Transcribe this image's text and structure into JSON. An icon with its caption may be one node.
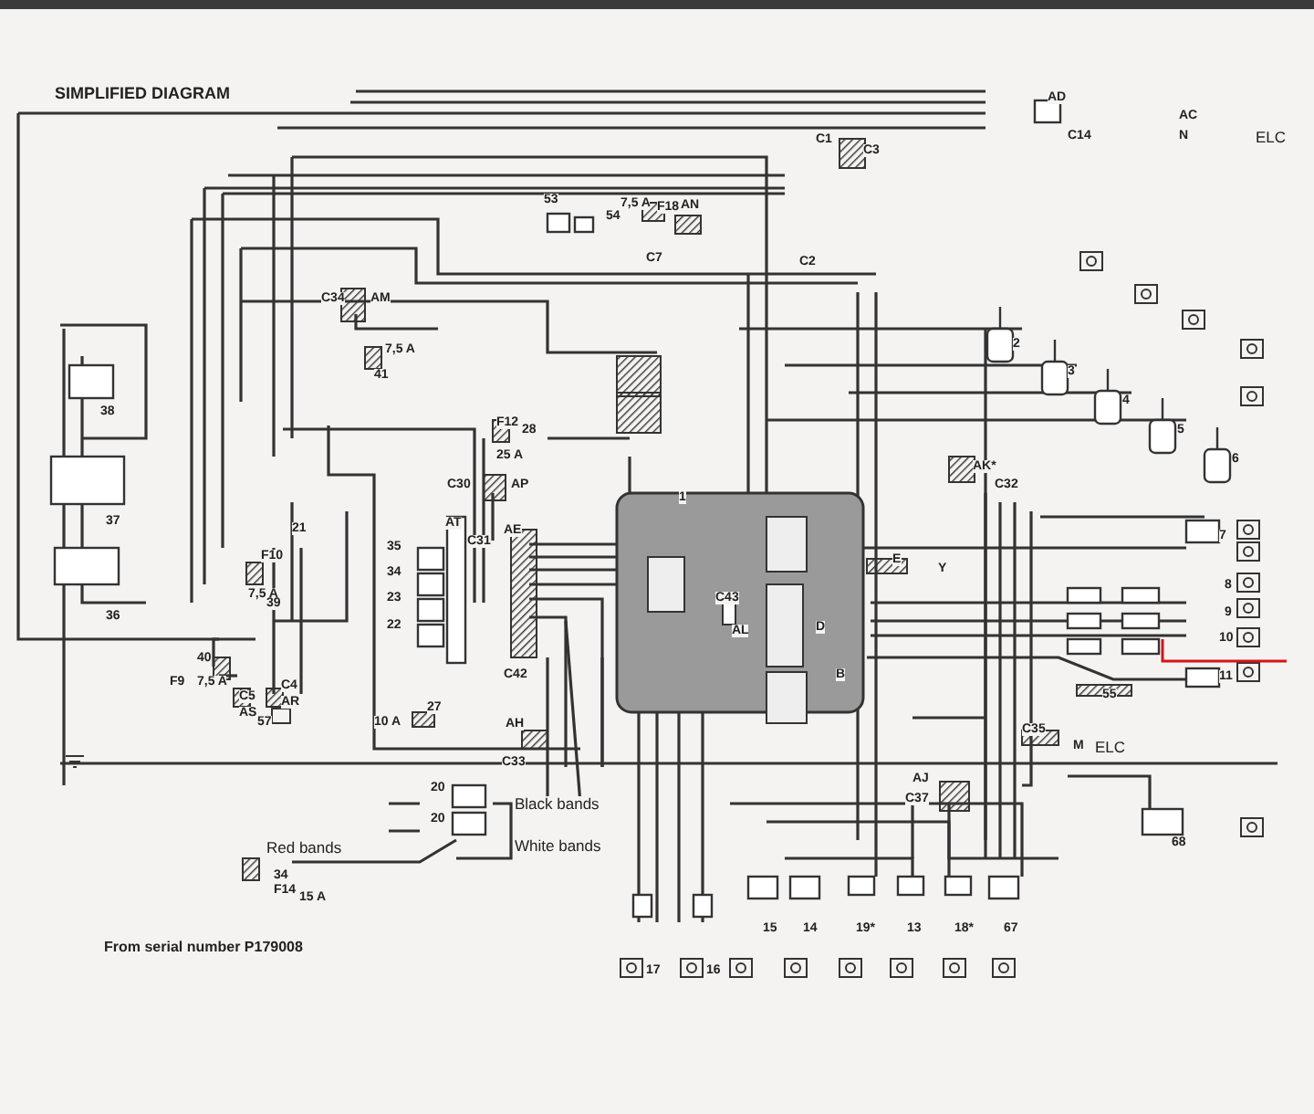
{
  "diagram": {
    "title": "SIMPLIFIED DIAGRAM",
    "caption": "From serial number P179008",
    "labels": [
      "AD",
      "AC",
      "C14",
      "N",
      "ELC",
      "C3",
      "C1",
      "C2",
      "53",
      "7,5 A",
      "54",
      "F18",
      "AN",
      "C7",
      "C34",
      "AM",
      "7,5 A",
      "41",
      "38",
      "37",
      "36",
      "21",
      "F12",
      "28",
      "25 A",
      "C30",
      "AP",
      "AT",
      "C31",
      "AE",
      "35",
      "34",
      "23",
      "22",
      "C42",
      "F10",
      "7,5 A",
      "39",
      "40",
      "F9",
      "7,5 A",
      "C5",
      "AS",
      "C4",
      "AR",
      "57",
      "10 A",
      "27",
      "AH",
      "C33",
      "1",
      "C43",
      "AL",
      "AK*",
      "C32",
      "E",
      "Y",
      "D",
      "B",
      "7",
      "8",
      "9",
      "10",
      "11",
      "55",
      "C35",
      "M",
      "ELC",
      "AJ",
      "C37",
      "2",
      "3",
      "4",
      "5",
      "6",
      "68",
      "20",
      "20",
      "Black bands",
      "Red bands",
      "White bands",
      "34",
      "F14",
      "15 A",
      "17",
      "16",
      "15",
      "14",
      "19*",
      "13",
      "18*",
      "67"
    ]
  }
}
